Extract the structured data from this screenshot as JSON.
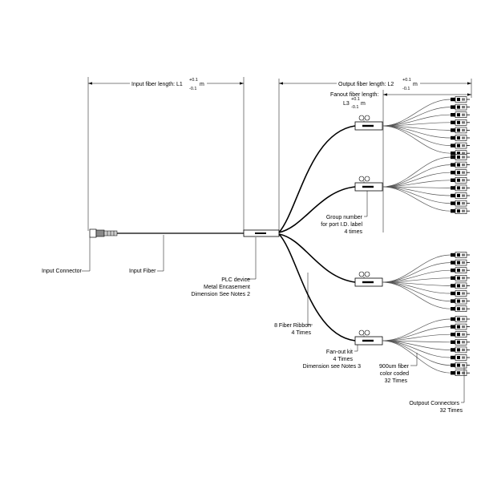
{
  "dimensions": {
    "input_length": {
      "label": "Input fiber length: L1",
      "tol_plus": "+0.1",
      "tol_minus": "-0.1",
      "unit": "m"
    },
    "output_length": {
      "label": "Output fiber length: L2",
      "tol_plus": "+0.1",
      "tol_minus": "-0.1",
      "unit": "m"
    },
    "fanout_length": {
      "label_line1": "Fanout fiber length:",
      "label_line2": "L3",
      "tol_plus": "+0.1",
      "tol_minus": "-0.1",
      "unit": "m"
    }
  },
  "callouts": {
    "input_connector": "Input Connector",
    "input_fiber": "Input Fiber",
    "plc_device": [
      "PLC device",
      "Metal Encasement",
      "Dimension See Notes 2"
    ],
    "group_number": [
      "Group number",
      "for port I.D. label",
      "4 times"
    ],
    "ribbon": [
      "8 Fiber Ribbon",
      "4 Times"
    ],
    "fanout_kit": [
      "Fan-out kit",
      "4 Times",
      "Dimension see Notes 3"
    ],
    "fiber_900um": [
      "900um fiber",
      "color coded",
      "32  Times"
    ],
    "output_connectors": [
      "Outpout Connectors",
      "32 Times"
    ]
  },
  "groups": 4,
  "connectors_per_group": 8
}
